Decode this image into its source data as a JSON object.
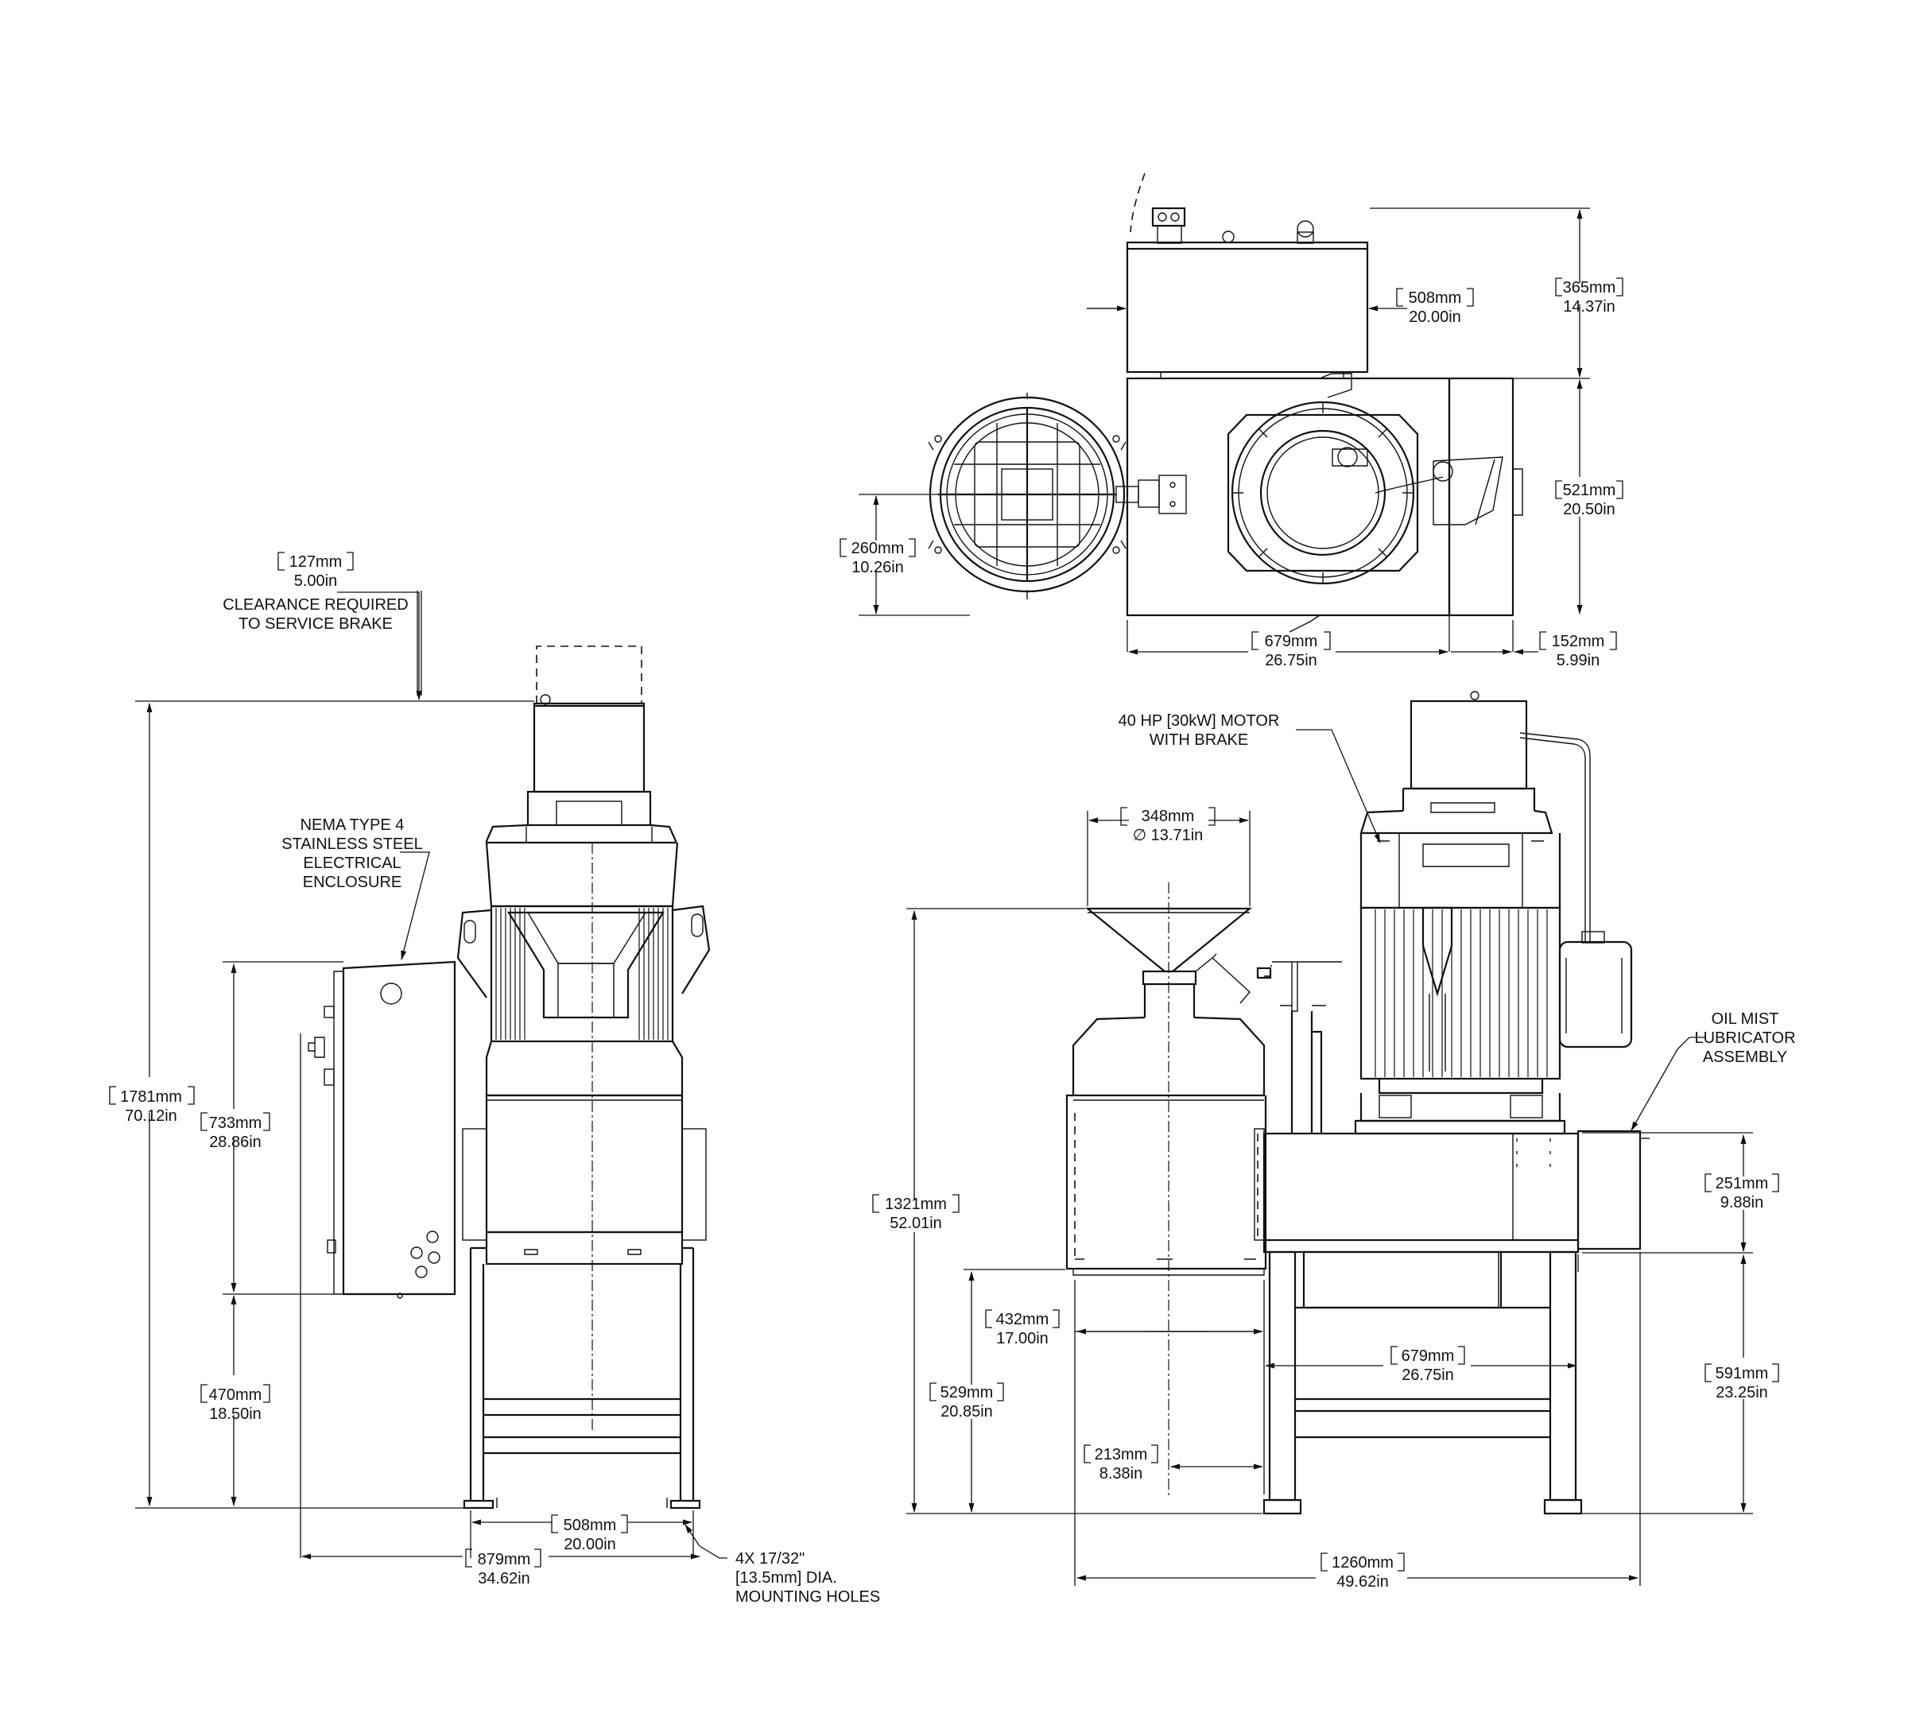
{
  "dimensions": {
    "top_365": {
      "mm": "365mm",
      "in": "14.37in"
    },
    "top_508": {
      "mm": "508mm",
      "in": "20.00in"
    },
    "top_521": {
      "mm": "521mm",
      "in": "20.50in"
    },
    "top_260": {
      "mm": "260mm",
      "in": "10.26in"
    },
    "top_679": {
      "mm": "679mm",
      "in": "26.75in"
    },
    "top_152": {
      "mm": "152mm",
      "in": "5.99in"
    },
    "front_127": {
      "mm": "127mm",
      "in": "5.00in"
    },
    "front_1781": {
      "mm": "1781mm",
      "in": "70.12in"
    },
    "front_733": {
      "mm": "733mm",
      "in": "28.86in"
    },
    "front_470": {
      "mm": "470mm",
      "in": "18.50in"
    },
    "front_508": {
      "mm": "508mm",
      "in": "20.00in"
    },
    "front_879": {
      "mm": "879mm",
      "in": "34.62in"
    },
    "side_348": {
      "mm": "348mm",
      "in": "∅ 13.71in"
    },
    "side_1321": {
      "mm": "1321mm",
      "in": "52.01in"
    },
    "side_432": {
      "mm": "432mm",
      "in": "17.00in"
    },
    "side_529": {
      "mm": "529mm",
      "in": "20.85in"
    },
    "side_679": {
      "mm": "679mm",
      "in": "26.75in"
    },
    "side_213": {
      "mm": "213mm",
      "in": "8.38in"
    },
    "side_251": {
      "mm": "251mm",
      "in": "9.88in"
    },
    "side_591": {
      "mm": "591mm",
      "in": "23.25in"
    },
    "side_1260": {
      "mm": "1260mm",
      "in": "49.62in"
    }
  },
  "notes": {
    "clearance": [
      "CLEARANCE REQUIRED",
      "TO SERVICE BRAKE"
    ],
    "enclosure": [
      "NEMA TYPE 4",
      "STAINLESS STEEL",
      "ELECTRICAL",
      "ENCLOSURE"
    ],
    "motor": [
      "40 HP [30kW] MOTOR",
      "WITH BRAKE"
    ],
    "lubricator": [
      "OIL MIST",
      "LUBRICATOR",
      "ASSEMBLY"
    ],
    "mounting": [
      "4X 17/32\"",
      "[13.5mm] DIA.",
      "MOUNTING HOLES"
    ]
  }
}
